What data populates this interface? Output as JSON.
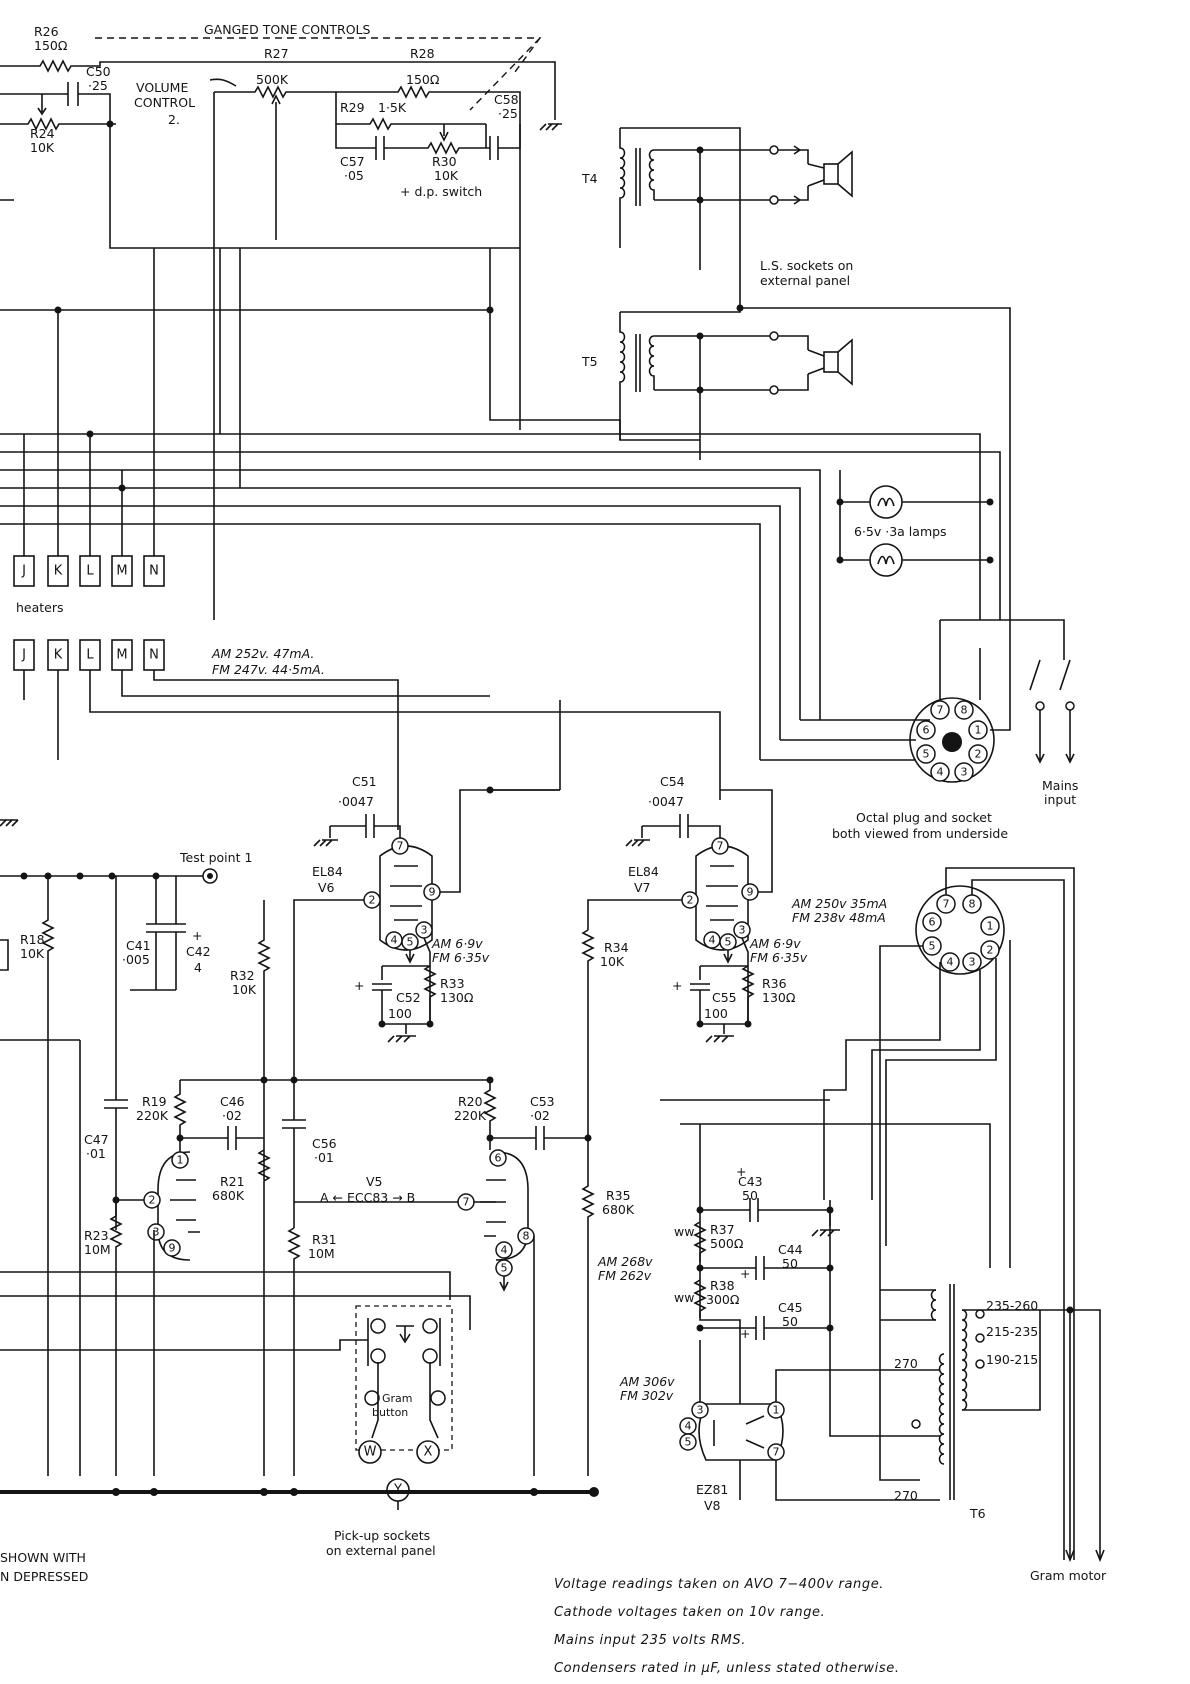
{
  "title": "GANGED TONE CONTROLS",
  "components": {
    "R26": {
      "ref": "R26",
      "value": "150Ω"
    },
    "R24": {
      "ref": "R24",
      "value": "10K"
    },
    "C50": {
      "ref": "C50",
      "value": "·25"
    },
    "volume": {
      "line1": "VOLUME",
      "line2": "CONTROL",
      "line3": "2."
    },
    "R27": {
      "ref": "R27",
      "value": "500K"
    },
    "R28": {
      "ref": "R28",
      "value": "150Ω"
    },
    "R29": {
      "ref": "R29",
      "value": "1·5K"
    },
    "C58": {
      "ref": "C58",
      "value": "·25"
    },
    "C57": {
      "ref": "C57",
      "value": "·05"
    },
    "R30": {
      "ref": "R30",
      "value": "10K",
      "note": "+ d.p. switch"
    },
    "T4": {
      "ref": "T4"
    },
    "T5": {
      "ref": "T5"
    },
    "ls_sockets": {
      "line1": "L.S. sockets on",
      "line2": "external panel"
    },
    "lamps": {
      "label": "6·5v ·3a lamps"
    },
    "heaters": {
      "label": "heaters"
    },
    "heater_taps": [
      "J",
      "K",
      "L",
      "M",
      "N"
    ],
    "V6_V7_supply": {
      "am": "AM 252v. 47mA.",
      "fm": "FM 247v. 44·5mA."
    },
    "C51": {
      "ref": "C51",
      "value": "·0047"
    },
    "C54": {
      "ref": "C54",
      "value": "·0047"
    },
    "V6": {
      "type": "EL84",
      "ref": "V6"
    },
    "V7": {
      "type": "EL84",
      "ref": "V7"
    },
    "test_point": {
      "label": "Test point 1"
    },
    "R18": {
      "ref": "R18",
      "value": "10K"
    },
    "C41": {
      "ref": "C41",
      "value": "·005"
    },
    "C42": {
      "ref": "C42",
      "value": "4",
      "sign": "+"
    },
    "R32": {
      "ref": "R32",
      "value": "10K"
    },
    "R33": {
      "ref": "R33",
      "value": "130Ω"
    },
    "C52": {
      "ref": "C52",
      "value": "100"
    },
    "V6_cathode": {
      "am": "AM 6·9v",
      "fm": "FM 6·35v"
    },
    "R34": {
      "ref": "R34",
      "value": "10K"
    },
    "R36": {
      "ref": "R36",
      "value": "130Ω"
    },
    "C55": {
      "ref": "C55",
      "value": "100"
    },
    "V7_cathode": {
      "am": "AM 6·9v",
      "fm": "FM 6·35v"
    },
    "octal": {
      "line1": "Octal plug and socket",
      "line2": "both viewed from underside"
    },
    "mains": {
      "line1": "Mains",
      "line2": "input"
    },
    "rect_supply": {
      "am": "AM 250v 35mA",
      "fm": "FM 238v 48mA"
    },
    "R19": {
      "ref": "R19",
      "value": "220K"
    },
    "C46": {
      "ref": "C46",
      "value": "·02"
    },
    "R20": {
      "ref": "R20",
      "value": "220K"
    },
    "C53": {
      "ref": "C53",
      "value": "·02"
    },
    "C47": {
      "ref": "C47",
      "value": "·01"
    },
    "R21": {
      "ref": "R21",
      "value": "680K"
    },
    "C56": {
      "ref": "C56",
      "value": "·01"
    },
    "V5": {
      "ref": "V5",
      "type": "A ← ECC83 → B"
    },
    "R35": {
      "ref": "R35",
      "value": "680K"
    },
    "R23": {
      "ref": "R23",
      "value": "10M"
    },
    "R31": {
      "ref": "R31",
      "value": "10M"
    },
    "gram": {
      "line1": "Gram",
      "line2": "button"
    },
    "pickup_pins": [
      "W",
      "X",
      "Y"
    ],
    "pickup": {
      "line1": "Pick-up sockets",
      "line2": "on external panel"
    },
    "C43": {
      "ref": "C43",
      "value": "50"
    },
    "C44": {
      "ref": "C44",
      "value": "50"
    },
    "C45": {
      "ref": "C45",
      "value": "50"
    },
    "R37": {
      "ref": "R37",
      "value": "500Ω",
      "tag": "ww"
    },
    "R38": {
      "ref": "R38",
      "value": "300Ω",
      "tag": "ww"
    },
    "hv1": {
      "am": "AM 268v",
      "fm": "FM 262v"
    },
    "hv2": {
      "am": "AM 306v",
      "fm": "FM 302v"
    },
    "V8": {
      "type": "EZ81",
      "ref": "V8"
    },
    "T6": {
      "ref": "T6",
      "taps": [
        "235-260",
        "215-235",
        "190-215"
      ],
      "sec": [
        "270",
        "270"
      ]
    },
    "gram_motor": {
      "label": "Gram motor"
    },
    "switch_note": {
      "line1": "SHOWN WITH",
      "line2": "N DEPRESSED"
    },
    "notes": [
      "Voltage readings taken on AVO 7−400v range.",
      "Cathode voltages taken on 10v range.",
      "Mains input 235 volts RMS.",
      "Condensers rated in μF, unless stated otherwise."
    ]
  }
}
